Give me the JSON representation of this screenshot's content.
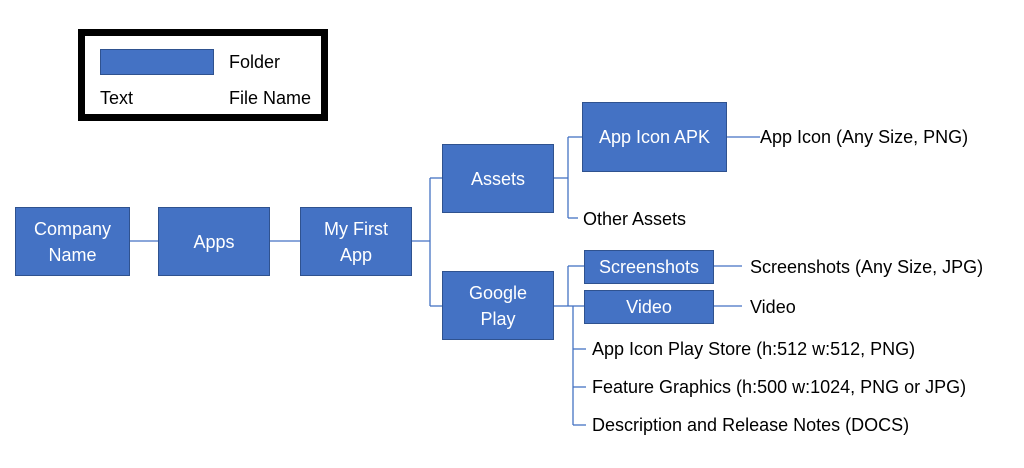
{
  "legend": {
    "folder_label": "Folder",
    "text_label": "Text",
    "file_label": "File Name"
  },
  "folders": {
    "company_name": "Company\nName",
    "apps": "Apps",
    "my_first_app": "My First\nApp",
    "assets": "Assets",
    "google_play": "Google\nPlay",
    "app_icon_apk": "App Icon APK",
    "screenshots": "Screenshots",
    "video": "Video"
  },
  "files": {
    "app_icon": "App Icon (Any Size, PNG)",
    "other_assets": "Other Assets",
    "screenshots_file": "Screenshots (Any Size, JPG)",
    "video_file": "Video",
    "app_icon_play_store": "App Icon Play Store (h:512 w:512, PNG)",
    "feature_graphics": "Feature Graphics (h:500 w:1024, PNG or JPG)",
    "description_notes": "Description and Release Notes (DOCS)"
  },
  "colors": {
    "folder_fill": "#4472c4",
    "folder_border": "#2f528f",
    "folder_text": "#ffffff",
    "connector": "#4472c4"
  }
}
